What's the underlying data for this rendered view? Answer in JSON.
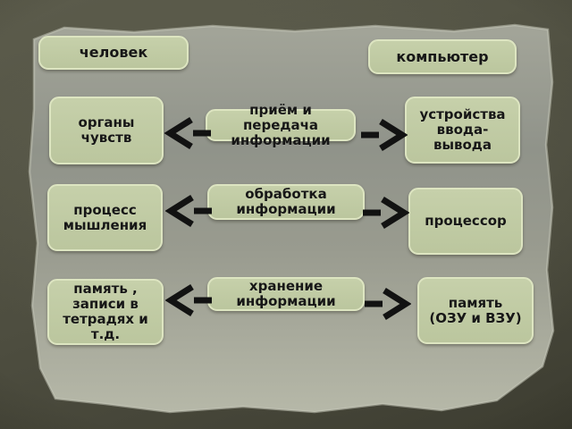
{
  "slide": {
    "headers": {
      "human": "человек",
      "computer": "компьютер"
    },
    "rows": [
      {
        "human": "органы\nчувств",
        "process": "приём и\nпередача\nинформации",
        "computer": "устройства\nввода-\nвывода"
      },
      {
        "human": "процесс\nмышления",
        "process": "обработка\nинформации",
        "computer": "процессор"
      },
      {
        "human": "память ,\nзаписи в\nтетрадях и\nт.д.",
        "process": "хранение\nинформации",
        "computer": "память\n(ОЗУ и ВЗУ)"
      }
    ],
    "arrows": [
      {
        "row": 1,
        "direction": "left",
        "icon": "arrow-left-icon"
      },
      {
        "row": 1,
        "direction": "right",
        "icon": "arrow-right-icon"
      },
      {
        "row": 2,
        "direction": "left",
        "icon": "arrow-left-icon"
      },
      {
        "row": 2,
        "direction": "right",
        "icon": "arrow-right-icon"
      },
      {
        "row": 3,
        "direction": "left",
        "icon": "arrow-left-icon"
      },
      {
        "row": 3,
        "direction": "right",
        "icon": "arrow-right-icon"
      }
    ]
  },
  "colors": {
    "box_fill": "#c6d0aa",
    "box_fill_bottom": "#bbc69e",
    "box_border": "#dde5c1",
    "text_color": "#171717",
    "arrow_color": "#121212",
    "paper_top": "#a2a497",
    "paper_mid": "#909388",
    "paper_bottom": "#b6b8a8",
    "paper_edge": "#c7c8b9",
    "background_dark": "#4d4d3f"
  }
}
